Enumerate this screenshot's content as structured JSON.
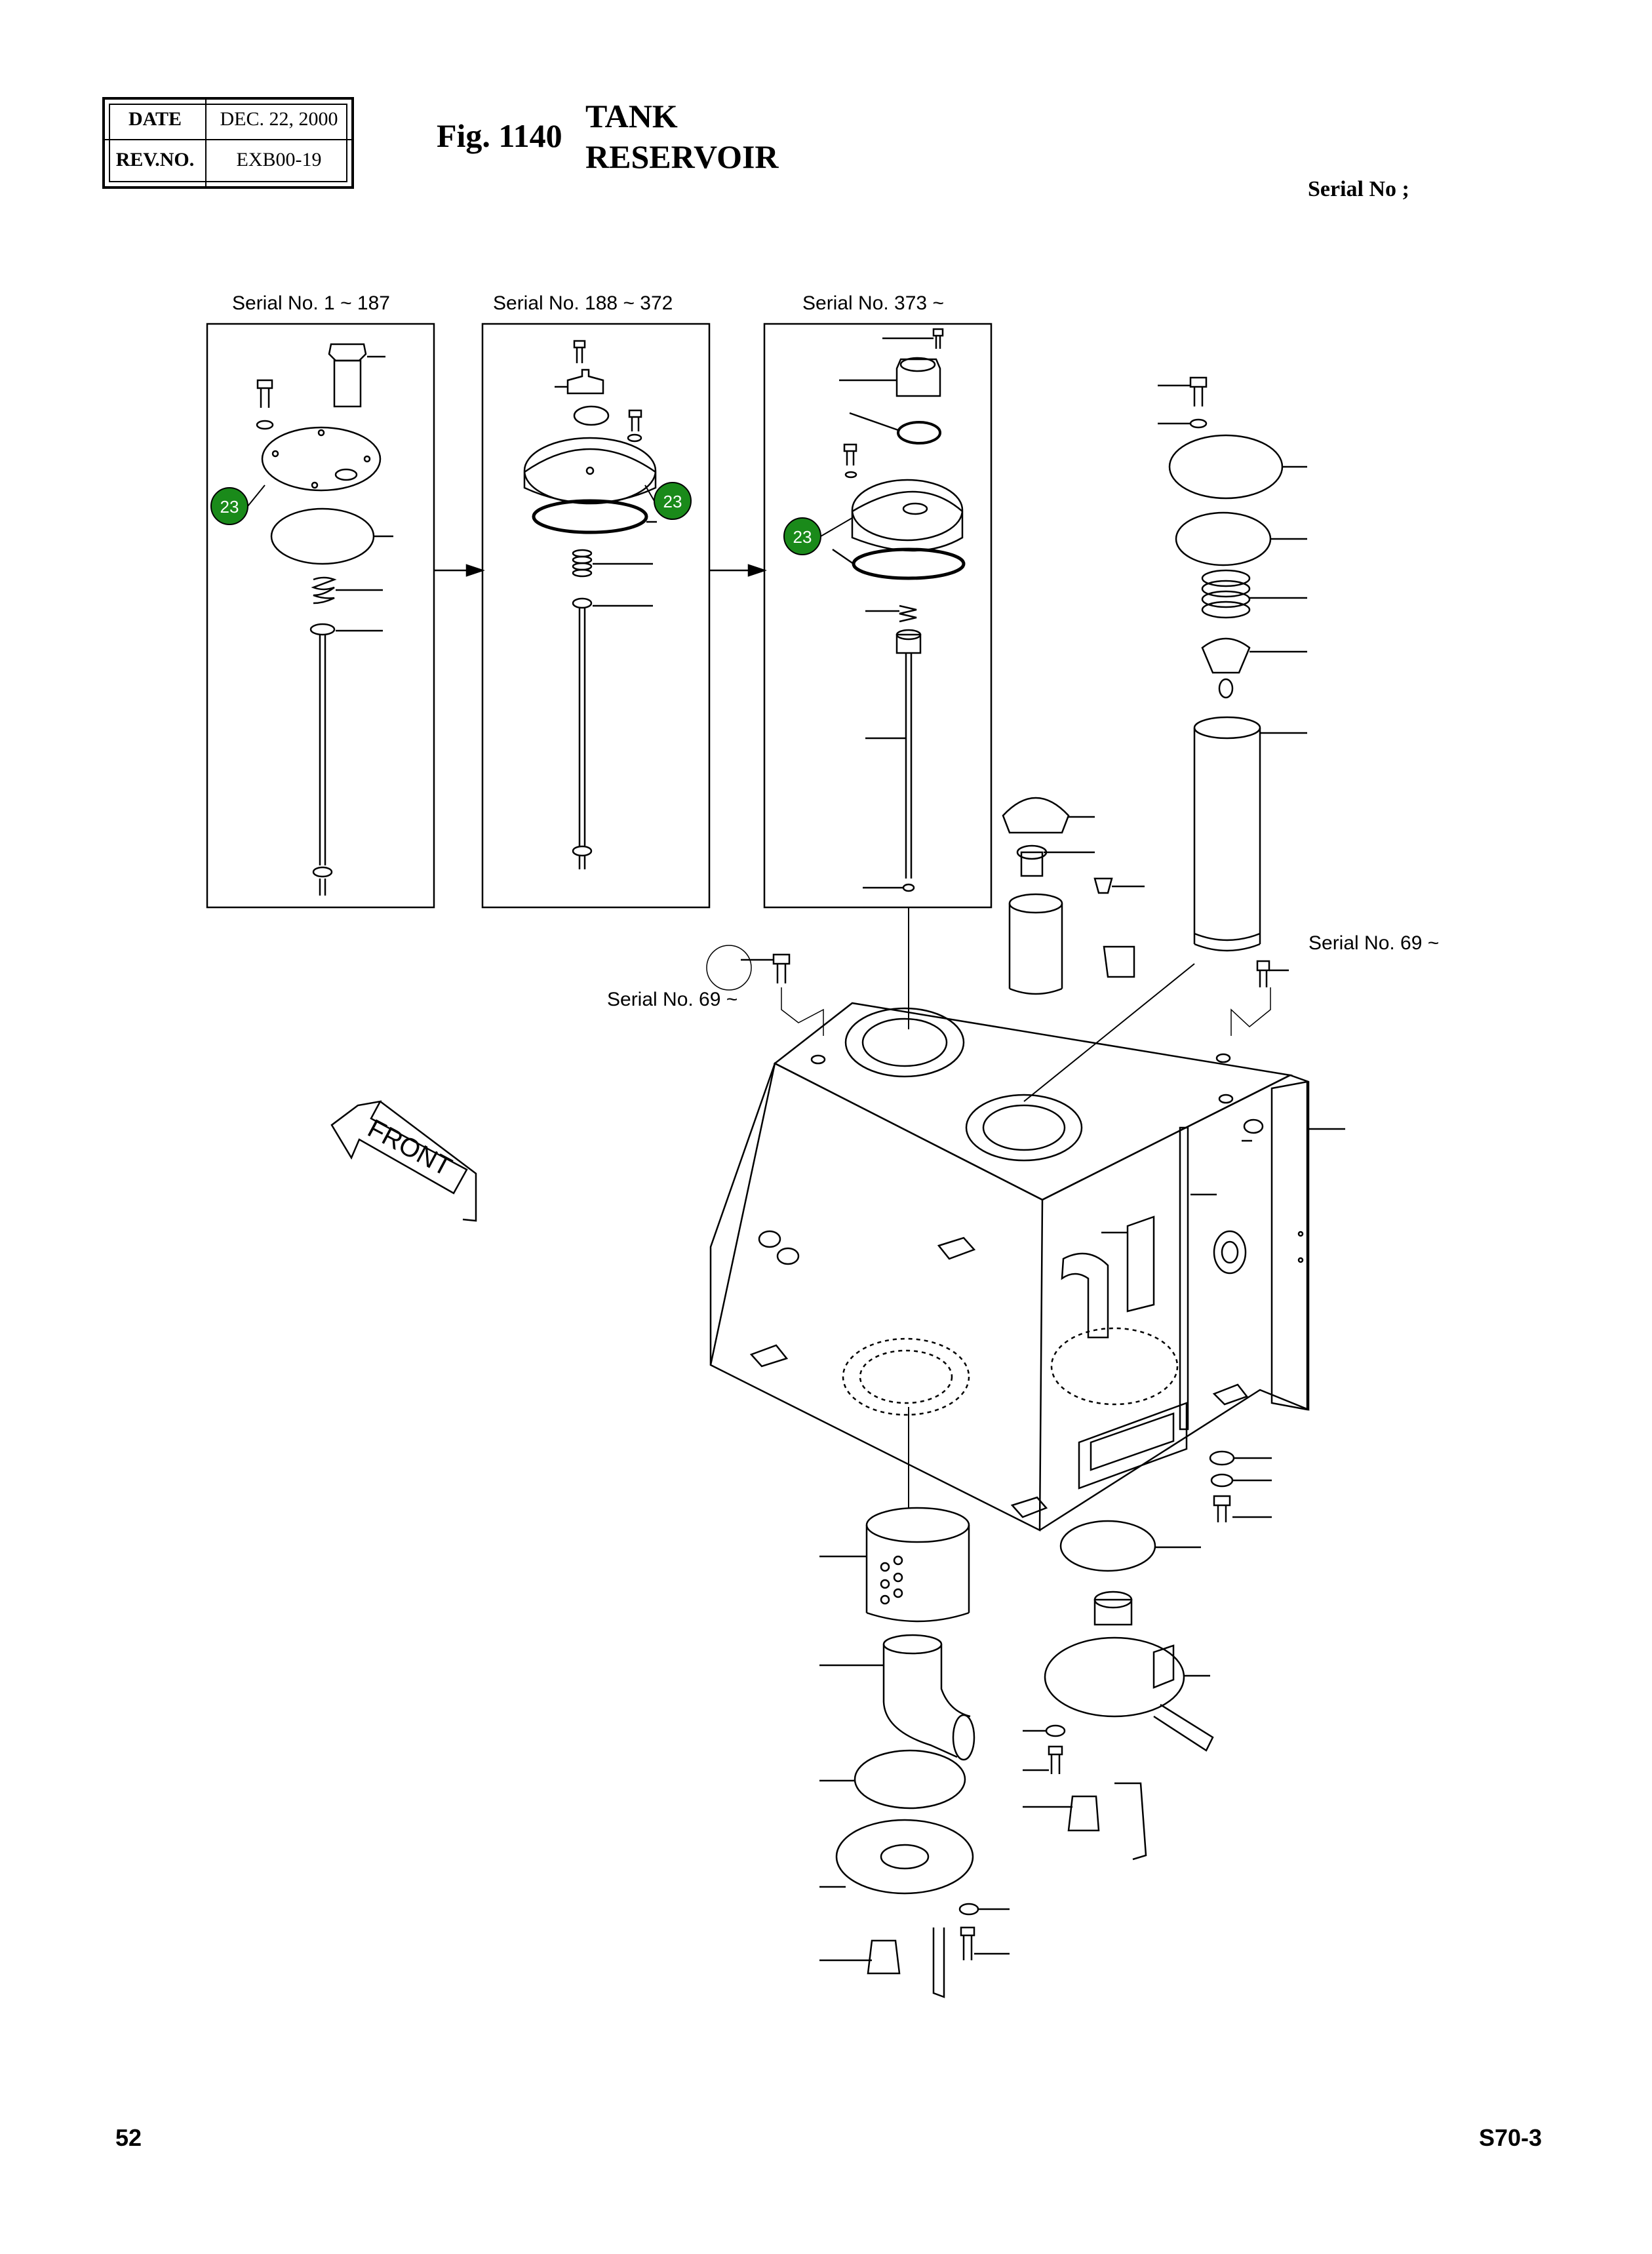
{
  "header": {
    "date_label": "DATE",
    "date_value": "DEC. 22, 2000",
    "rev_label": "REV.NO.",
    "rev_value": "EXB00-19"
  },
  "figure": {
    "number": "Fig. 1140",
    "title_line1": "TANK",
    "title_line2": "RESERVOIR",
    "serial_no": "Serial No ;"
  },
  "diagram": {
    "serial_ranges": [
      "Serial No. 1 ~ 187",
      "Serial No. 188 ~ 372",
      "Serial No. 373 ~"
    ],
    "serial_69_right": "Serial No. 69 ~",
    "serial_69_left": "Serial No. 69 ~",
    "callout_number": "23",
    "front_label": "FRONT",
    "callout_color": "#1a8a1a"
  },
  "footer": {
    "page_number": "52",
    "model": "S70-3"
  }
}
